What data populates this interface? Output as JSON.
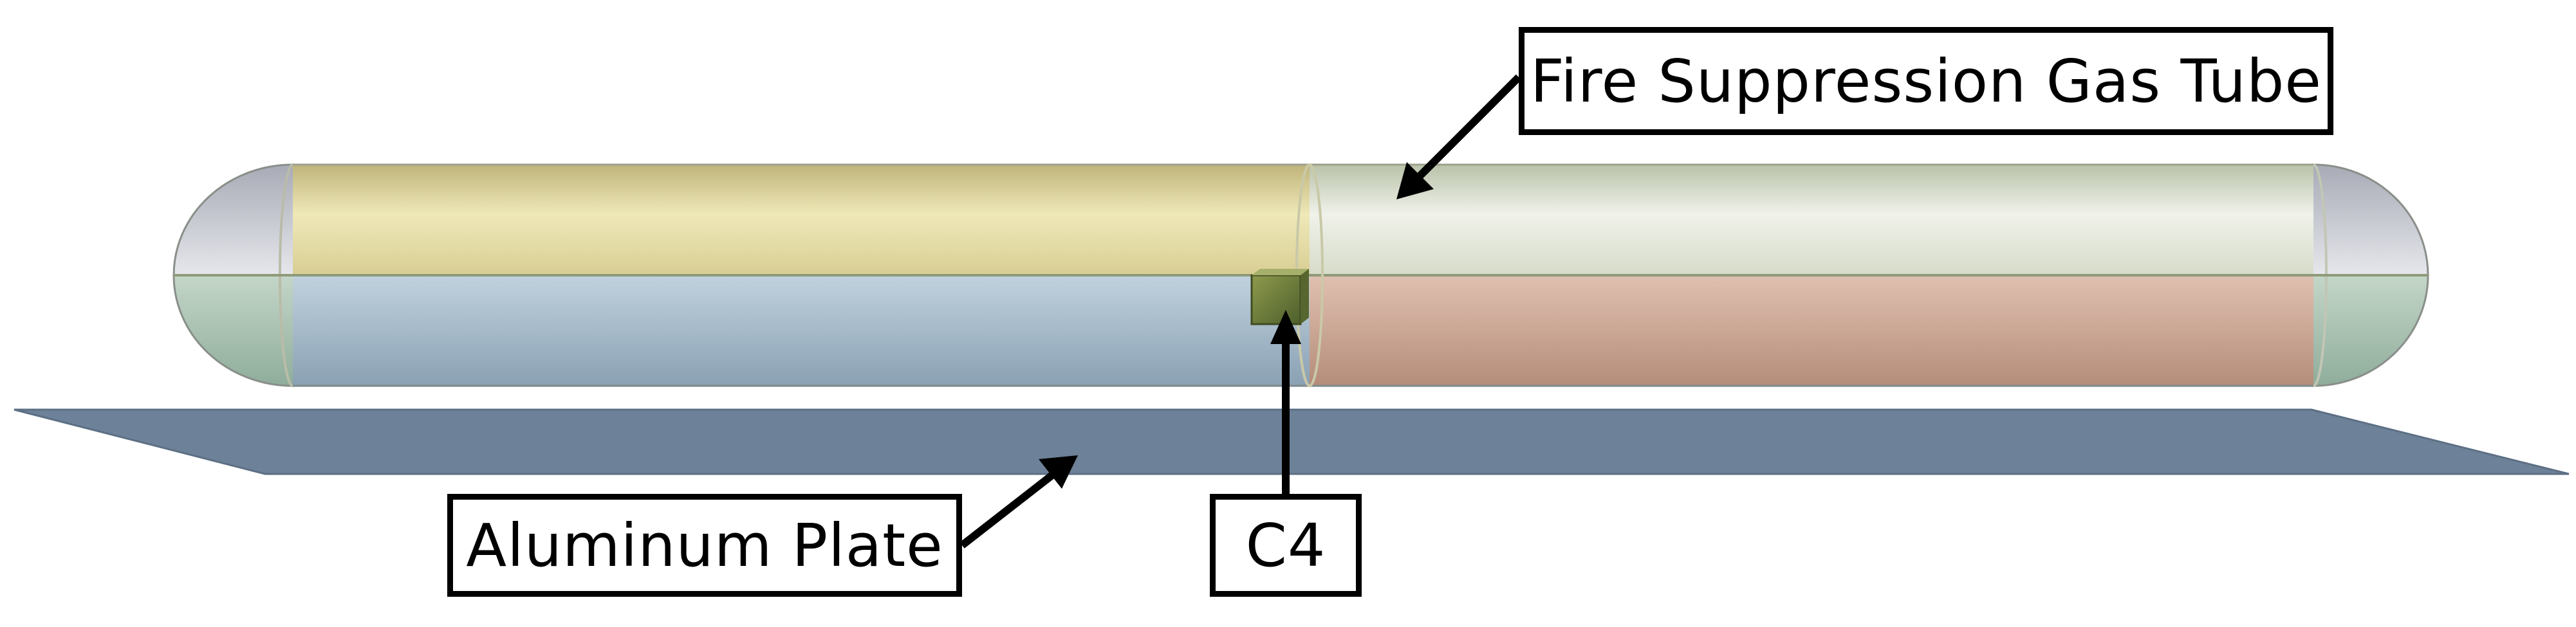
{
  "labels": {
    "tube": "Fire Suppression Gas Tube",
    "plate": "Aluminum Plate",
    "c4": "C4"
  },
  "colors": {
    "plate": "#6d8198",
    "tube_left_top": "#d9cf8f",
    "tube_left_bottom": "#a9bdcc",
    "tube_right_top": "#d4dcc8",
    "tube_right_bottom": "#d2ab98",
    "cap_top": "#c9ccd4",
    "cap_bottom": "#a9c2b2",
    "c4_block": "#667a3a",
    "outline": "#000000"
  }
}
